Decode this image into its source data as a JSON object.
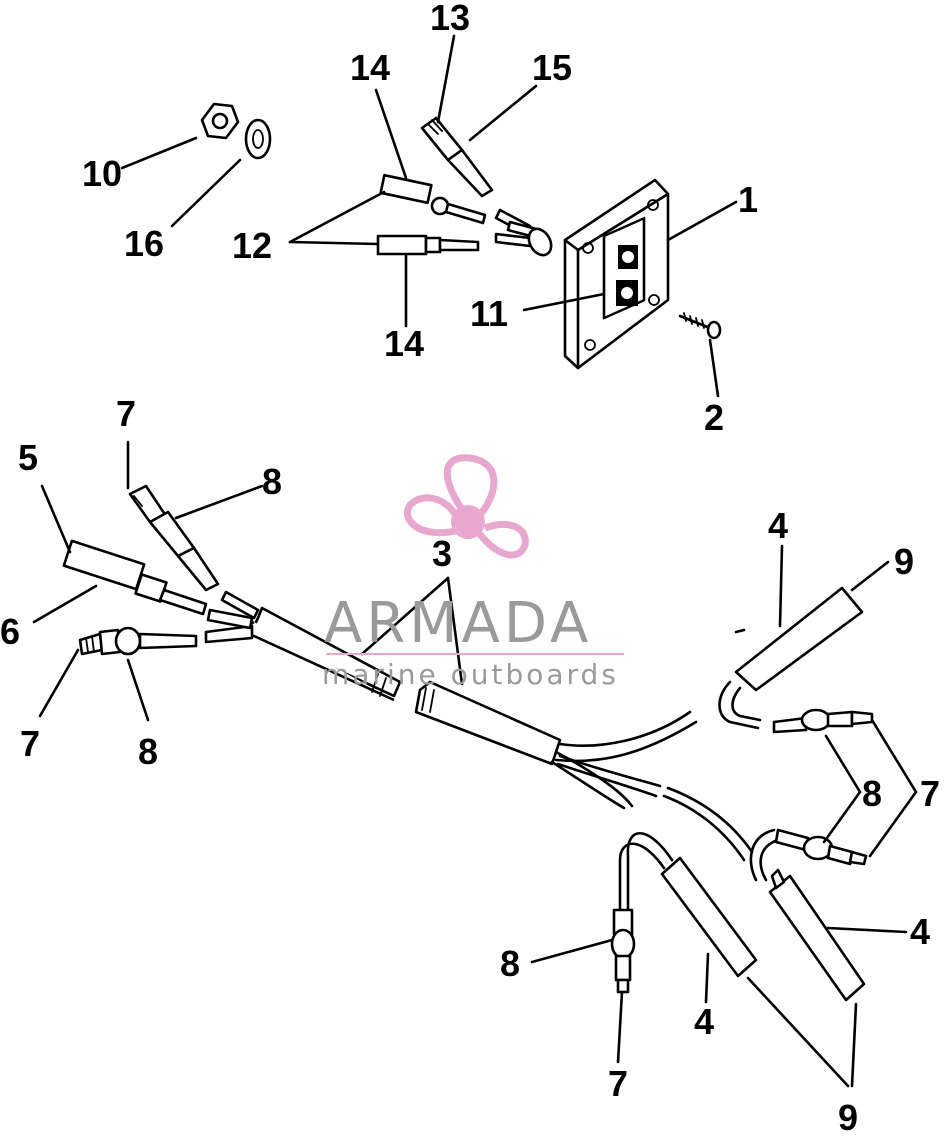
{
  "callouts": {
    "c1": "1",
    "c2": "2",
    "c3": "3",
    "c4a": "4",
    "c4b": "4",
    "c4c": "4",
    "c5": "5",
    "c6": "6",
    "c7a": "7",
    "c7b": "7",
    "c7c": "7",
    "c7d": "7",
    "c8a": "8",
    "c8b": "8",
    "c8c": "8",
    "c8d": "8",
    "c9a": "9",
    "c9b": "9",
    "c10": "10",
    "c11": "11",
    "c12": "12",
    "c14a": "14",
    "c14b": "14",
    "c13": "13",
    "c15": "15",
    "c16": "16"
  },
  "watermark": {
    "title": "ARMADA",
    "subtitle": "marine outboards",
    "title_color": "#9a9a9a",
    "logo_color": "#e8a7cf"
  }
}
